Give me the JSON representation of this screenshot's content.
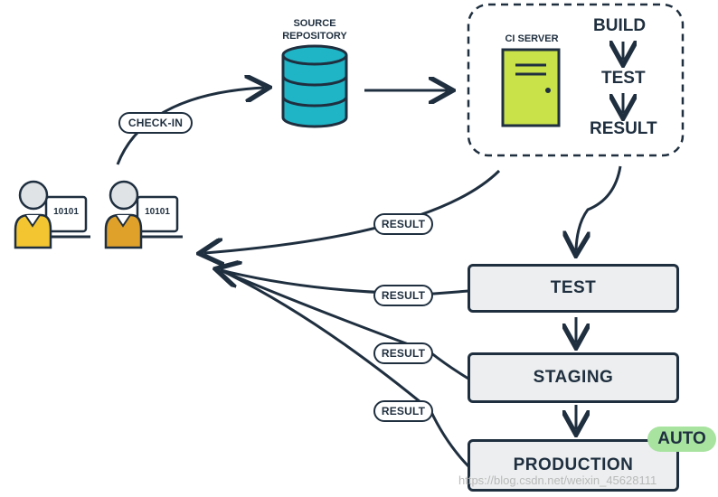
{
  "source_repository": {
    "line1": "SOURCE",
    "line2": "REPOSITORY"
  },
  "ci_server": {
    "label": "CI SERVER",
    "steps": [
      "BUILD",
      "TEST",
      "RESULT"
    ]
  },
  "check_in_label": "CHECK-IN",
  "result_labels": [
    "RESULT",
    "RESULT",
    "RESULT",
    "RESULT"
  ],
  "developers": [
    {
      "laptop_text": "10101",
      "color": "#f2c531"
    },
    {
      "laptop_text": "10101",
      "color": "#e0a12a"
    }
  ],
  "pipeline": {
    "stages": [
      "TEST",
      "STAGING",
      "PRODUCTION"
    ],
    "auto_badge": "AUTO"
  },
  "watermark": "https://blog.csdn.net/weixin_45628111",
  "colors": {
    "outline": "#1f2f3f",
    "database": "#1fb4c6",
    "server": "#c9e24a",
    "stage_fill": "#eceeef",
    "auto": "#a8e3a0"
  }
}
